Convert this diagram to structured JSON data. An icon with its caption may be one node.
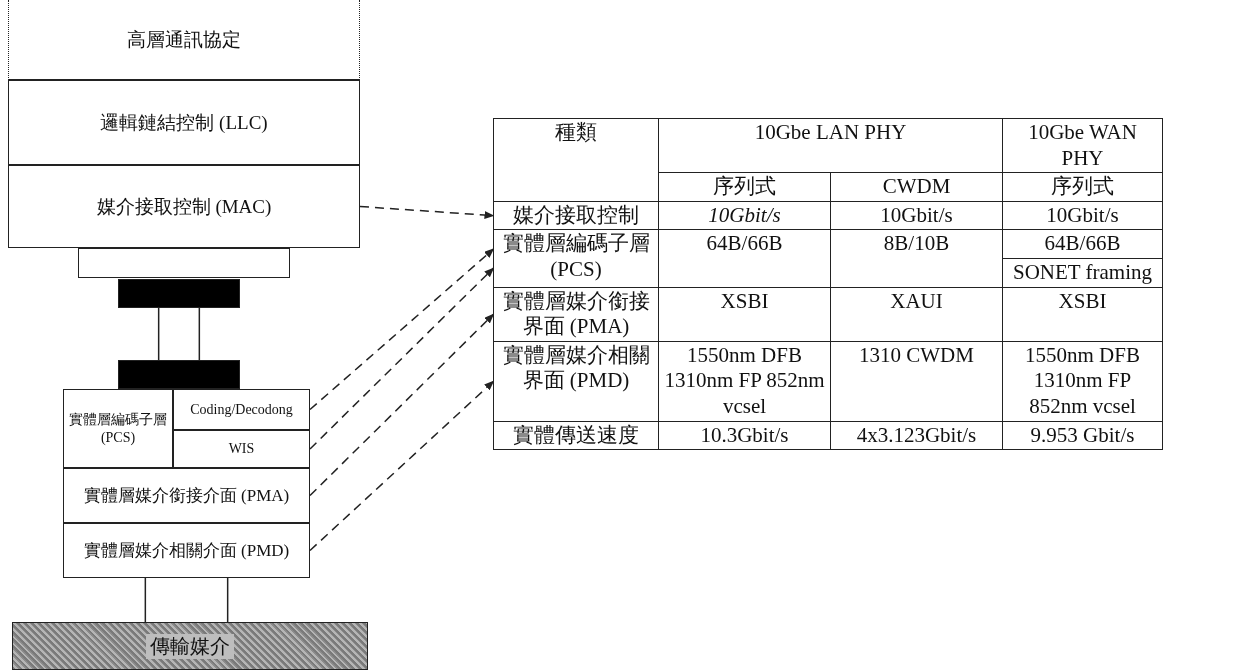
{
  "diagram": {
    "nodes": [
      {
        "text": [
          "高層通訊協定"
        ]
      },
      {
        "text": [
          "邏輯鏈結控制 (LLC)"
        ]
      },
      {
        "text": [
          "媒介接取控制 (MAC)"
        ]
      },
      {
        "text": [],
        "shape": "box"
      },
      {
        "text": [],
        "shape": "bar"
      },
      {
        "text": [],
        "shape": "bar"
      },
      {
        "text": [
          "實體層編碼子層 (PCS)"
        ]
      },
      {
        "text": [
          "Coding/Decodong"
        ]
      },
      {
        "text": [
          "WIS"
        ]
      },
      {
        "text": [
          "實體層媒介銜接介面 (PMA)"
        ]
      },
      {
        "text": [
          "實體層媒介相關介面 (PMD)"
        ]
      },
      {
        "text": [
          "傳輸媒介"
        ]
      },
      {
        "text": [
          "媒介接取控制"
        ]
      },
      {
        "text": [
          "實體層編碼子層 (PCS)"
        ]
      },
      {
        "text": [
          "實體層媒介銜接界面 (PMA)"
        ]
      },
      {
        "text": [
          "實體層媒介相關界面 (PMD)"
        ]
      }
    ],
    "edges": [
      {
        "from": 2,
        "to": 12,
        "arrow": "to",
        "style": "dashed"
      },
      {
        "from": 7,
        "to": 13,
        "arrow": "to",
        "style": "dashed"
      },
      {
        "from": 8,
        "to": 13,
        "arrow": "to",
        "style": "dashed"
      },
      {
        "from": 9,
        "to": 14,
        "arrow": "to",
        "style": "dashed"
      },
      {
        "from": 10,
        "to": 15,
        "arrow": "to",
        "style": "dashed"
      },
      {
        "from": 4,
        "to": 5,
        "arrow": "none"
      },
      {
        "from": 4,
        "to": 5,
        "arrow": "none"
      },
      {
        "from": 10,
        "to": 11,
        "arrow": "none"
      },
      {
        "from": 10,
        "to": 11,
        "arrow": "none"
      }
    ],
    "labels": [
      "種類",
      "10Gbe LAN PHY",
      "10Gbe WAN PHY",
      "序列式",
      "CWDM",
      "序列式",
      "10Gbit/s",
      "10Gbit/s",
      "10Gbit/s",
      "64B/66B",
      "8B/10B",
      "64B/66B",
      "SONET framing",
      "XSBI",
      "XAUI",
      "XSBI",
      "1550nm DFB 1310nm FP 852nm vcsel",
      "1310 CWDM",
      "1550nm DFB 1310nm FP 852nm vcsel",
      "實體傳送速度",
      "10.3Gbit/s",
      "4x3.123Gbit/s",
      "9.953 Gbit/s"
    ]
  }
}
